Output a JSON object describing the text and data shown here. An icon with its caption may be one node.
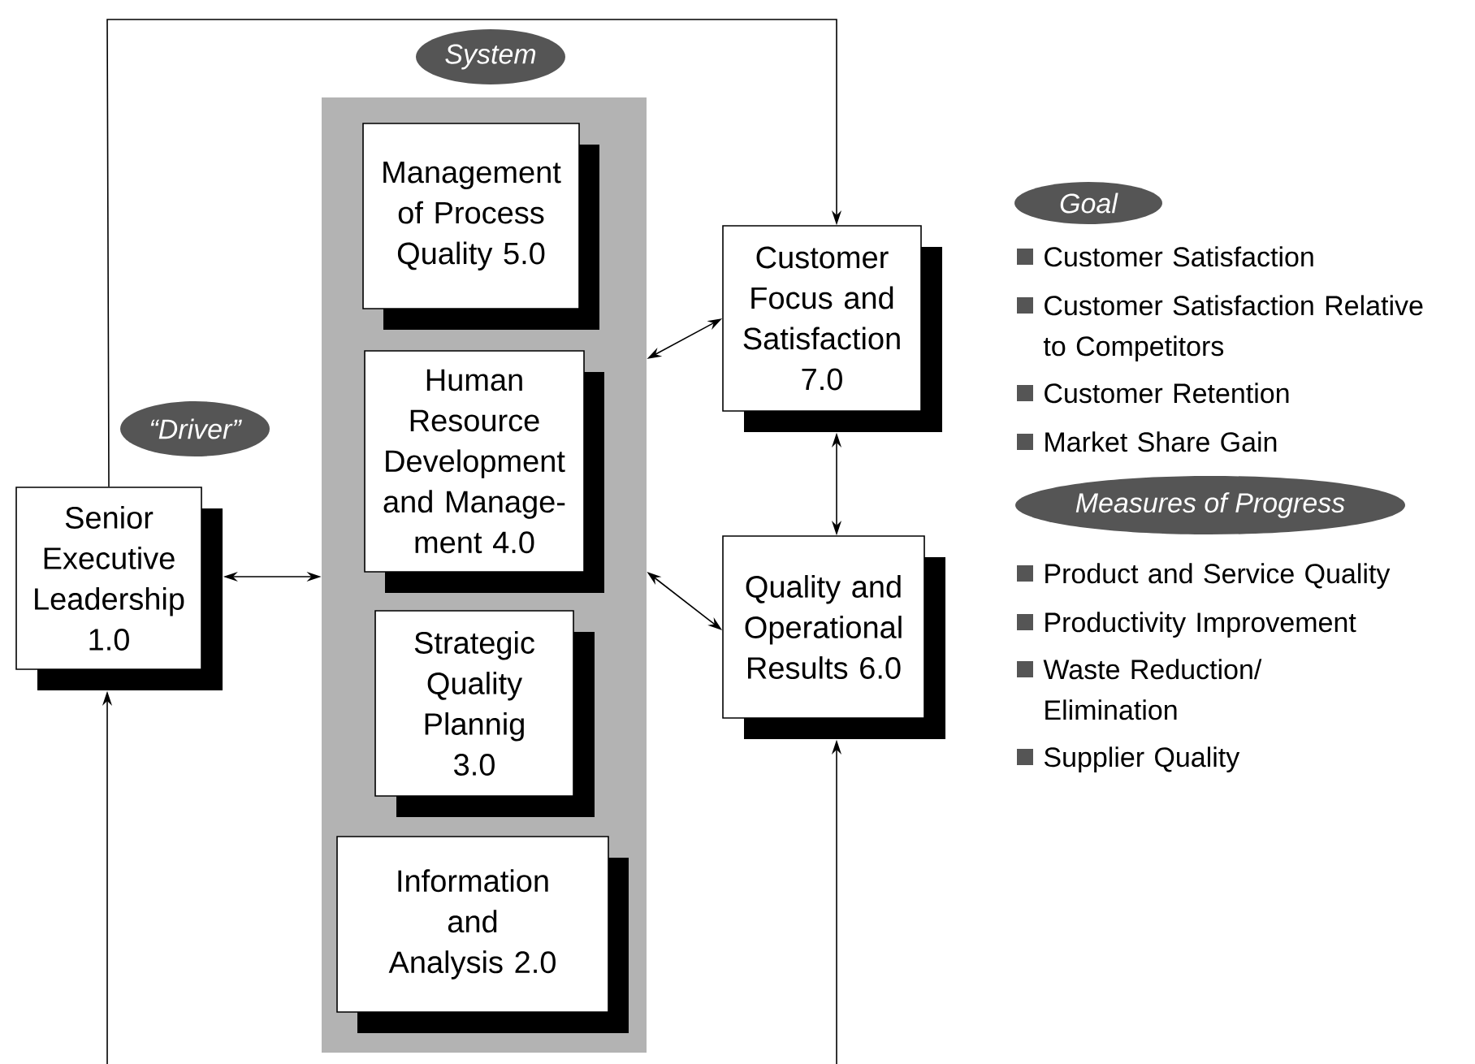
{
  "diagram": {
    "nodes": [
      {
        "text": [
          "System"
        ]
      },
      {
        "text": [],
        "shape": "box"
      },
      {
        "text": [
          "Management of Process Quality 5.0"
        ],
        "in": 1
      },
      {
        "text": [
          "Human Resource Development and Manage-ment 4.0"
        ],
        "in": 1
      },
      {
        "text": [
          "Strategic Quality Plannig 3.0"
        ],
        "in": 1
      },
      {
        "text": [
          "Information and Analysis 2.0"
        ],
        "in": 1
      },
      {
        "text": [
          "“Driver”"
        ]
      },
      {
        "text": [
          "Senior Executive Leadership 1.0"
        ]
      },
      {
        "text": [
          "Customer Focus and Satisfaction 7.0"
        ]
      },
      {
        "text": [
          "Quality and Operational Results 6.0"
        ]
      },
      {
        "text": [
          "Goal"
        ]
      },
      {
        "text": [
          "Measures of Progress"
        ]
      }
    ],
    "edges": [
      {
        "from": 7,
        "to": 8,
        "arrow": "to"
      },
      {
        "from": 7,
        "to": 1,
        "arrow": "both"
      },
      {
        "from": 1,
        "to": 8,
        "arrow": "both"
      },
      {
        "from": 1,
        "to": 9,
        "arrow": "both"
      },
      {
        "from": 8,
        "to": 9,
        "arrow": "both"
      },
      {
        "from": null,
        "to": 7,
        "arrow": "to"
      },
      {
        "from": null,
        "to": 9,
        "arrow": "to"
      }
    ],
    "labels": [
      "Customer Satisfaction",
      "Customer Satisfaction Relative to Competitors",
      "Customer Retention",
      "Market Share Gain",
      "Product and Service Quality",
      "Productivity Improvement",
      "Waste Reduction/ Elimination",
      "Supplier Quality"
    ]
  }
}
